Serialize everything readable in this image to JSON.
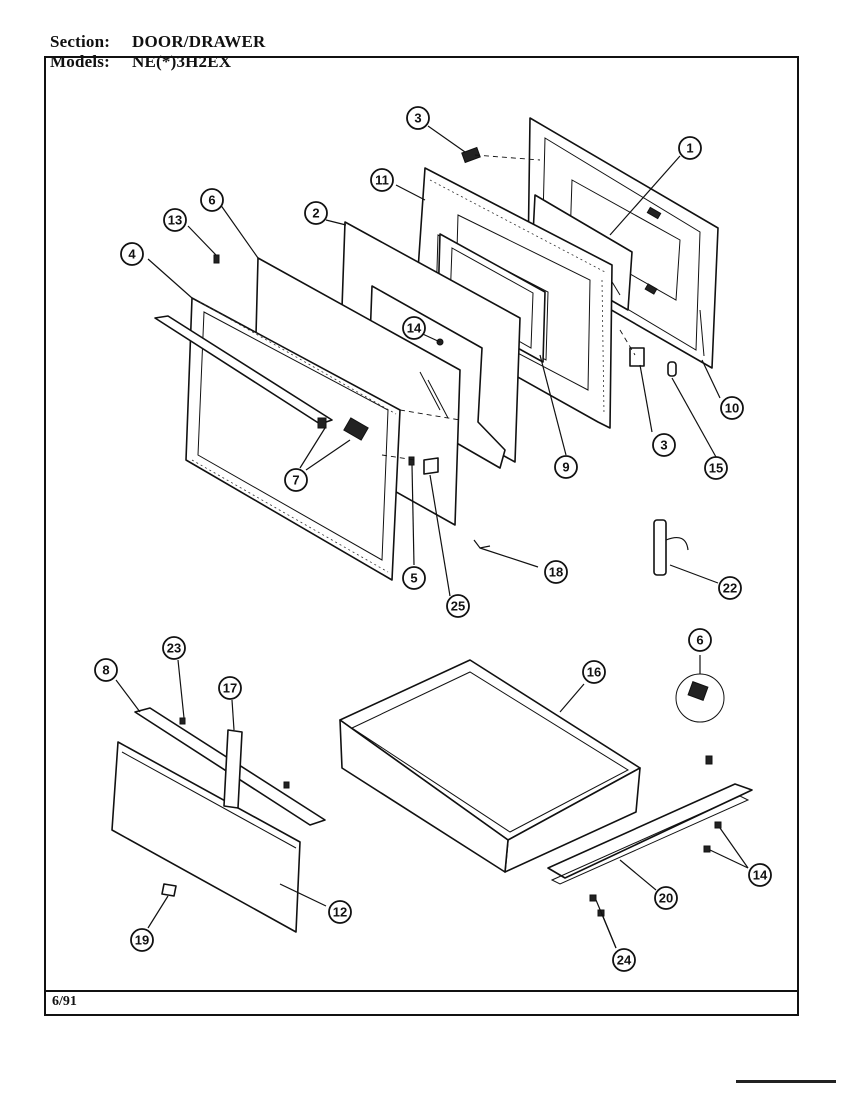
{
  "header": {
    "section_label": "Section:",
    "section_value": "DOOR/DRAWER",
    "models_label": "Models:",
    "models_value": "NE(*)3H2EX"
  },
  "footer": {
    "date": "6/91"
  },
  "callouts": [
    "1",
    "2",
    "3",
    "3",
    "4",
    "5",
    "6",
    "6",
    "7",
    "8",
    "9",
    "10",
    "11",
    "12",
    "13",
    "14",
    "14",
    "15",
    "16",
    "17",
    "18",
    "19",
    "20",
    "22",
    "23",
    "24",
    "25"
  ]
}
